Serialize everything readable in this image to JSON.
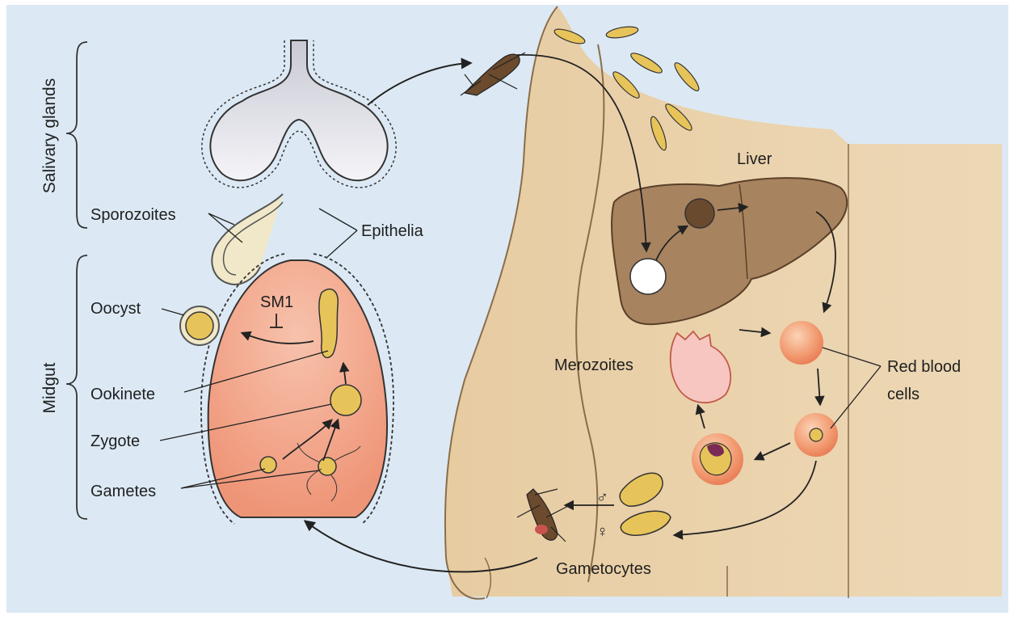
{
  "labels": {
    "salivary_glands": "Salivary glands",
    "midgut": "Midgut",
    "sporozoites": "Sporozoites",
    "epithelia": "Epithelia",
    "sm1": "SM1",
    "oocyst": "Oocyst",
    "ookinete": "Ookinete",
    "zygote": "Zygote",
    "gametes": "Gametes",
    "liver": "Liver",
    "merozoites": "Merozoites",
    "red_blood_cells_line1": "Red blood",
    "red_blood_cells_line2": "cells",
    "gametocytes": "Gametocytes",
    "male_symbol": "♂",
    "female_symbol": "♀"
  },
  "colors": {
    "background": "#dce9f4",
    "skin": "#e8cfa8",
    "skin_outline": "#8a6d4a",
    "midgut_fill": "#f2a58c",
    "salivary_fill": "#e4e4ec",
    "liver_fill": "#a7835f",
    "rbc_fill": "#f2a07a",
    "parasite_fill": "#e7c45a",
    "line": "#222222"
  }
}
